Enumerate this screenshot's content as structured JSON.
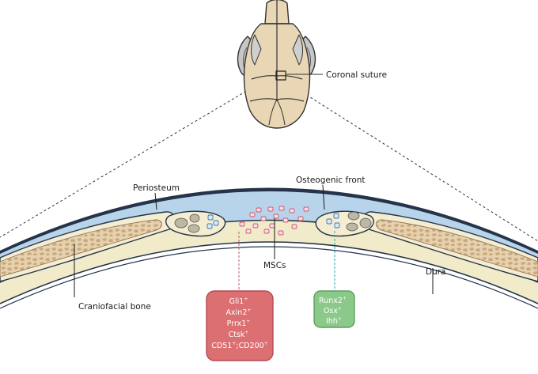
{
  "labels": {
    "coronal_suture": "Coronal suture",
    "periosteum": "Periosteum",
    "osteogenic_front": "Osteogenic front",
    "mscs": "MSCs",
    "dura": "Dura",
    "craniofacial_bone": "Craniofacial bone"
  },
  "msc_markers": [
    {
      "name": "Gli1",
      "sign": "+"
    },
    {
      "name": "Axin2",
      "sign": "+"
    },
    {
      "name": "Prrx1",
      "sign": "+"
    },
    {
      "name": "Ctsk",
      "sign": "+"
    },
    {
      "name": "CD51",
      "sign": "+"
    },
    {
      "name": "CD200",
      "sign": "+"
    }
  ],
  "osteoblast_markers": [
    {
      "name": "Runx2",
      "sign": "+"
    },
    {
      "name": "Osx",
      "sign": "+"
    },
    {
      "name": "Ihh",
      "sign": "+"
    }
  ],
  "colors": {
    "bone_fill": "#e8d5b3",
    "bone_texture": "#c9a880",
    "periosteum_blue": "#b8d4ea",
    "dura_cream": "#f1ebc9",
    "msc_box": "#dc6f72",
    "osteo_box": "#8bc98a"
  }
}
